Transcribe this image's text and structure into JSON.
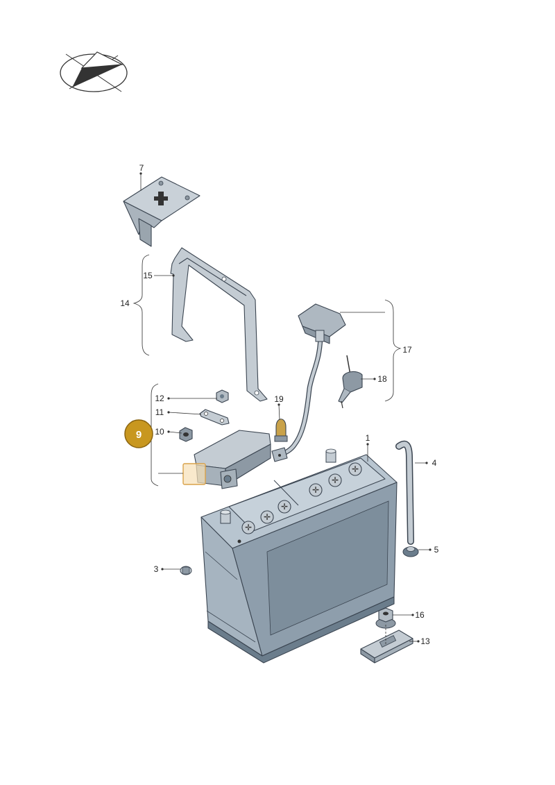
{
  "colors": {
    "callout_fill": "#c8971f",
    "callout_stroke": "#8a6410",
    "highlight_fill": "#f6dfb6",
    "highlight_stroke": "#d9a24a",
    "battery_light": "#b8c5d0",
    "battery_mid": "#8e9eac",
    "battery_dark": "#6b7d8c",
    "metal": "#c4ccd3"
  },
  "icons": {
    "compass": "compass-rose-icon",
    "plus_terminal": "plus-symbol-icon"
  },
  "callout": {
    "label": "9"
  },
  "part_labels": {
    "p1": "1",
    "p3": "3",
    "p4": "4",
    "p5": "5",
    "p7": "7",
    "p10": "10",
    "p11": "11",
    "p12": "12",
    "p13": "13",
    "p14": "14",
    "p15": "15",
    "p16": "16",
    "p17": "17",
    "p18": "18",
    "p19": "19"
  }
}
